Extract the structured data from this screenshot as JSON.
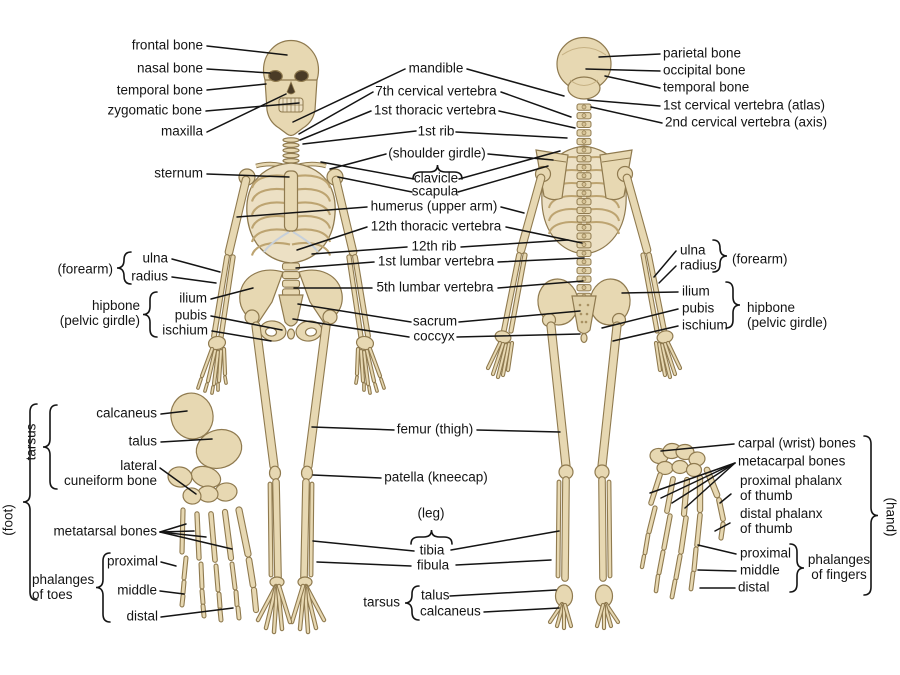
{
  "palette": {
    "bone": "#e7d8b2",
    "bone_light": "#ece0c4",
    "bone_shade": "#bda471",
    "outline": "#8f7a4f",
    "socket": "#4a3b26",
    "cartilage": "#c7d0da",
    "line": "#141414",
    "text": "#141414",
    "background": "#ffffff"
  },
  "labels": {
    "frontal_bone": {
      "text": "frontal bone"
    },
    "nasal_bone": {
      "text": "nasal bone"
    },
    "temporal_bone_left": {
      "text": "temporal bone"
    },
    "zygomatic_bone": {
      "text": "zygomatic bone"
    },
    "maxilla": {
      "text": "maxilla"
    },
    "sternum": {
      "text": "sternum"
    },
    "mandible": {
      "text": "mandible"
    },
    "cervical_7": {
      "text": "7th cervical vertebra"
    },
    "thoracic_1": {
      "text": "1st thoracic vertebra"
    },
    "rib_1": {
      "text": "1st rib"
    },
    "shoulder_girdle": {
      "text": "(shoulder girdle)"
    },
    "clavicle": {
      "text": "clavicle"
    },
    "scapula": {
      "text": "scapula"
    },
    "humerus": {
      "text": "humerus (upper arm)"
    },
    "thoracic_12": {
      "text": "12th thoracic vertebra"
    },
    "rib_12": {
      "text": "12th rib"
    },
    "lumbar_1": {
      "text": "1st lumbar vertebra"
    },
    "lumbar_5": {
      "text": "5th lumbar vertebra"
    },
    "sacrum": {
      "text": "sacrum"
    },
    "coccyx": {
      "text": "coccyx"
    },
    "parietal_bone": {
      "text": "parietal bone"
    },
    "occipital_bone": {
      "text": "occipital bone"
    },
    "temporal_bone_right": {
      "text": "temporal bone"
    },
    "cervical_1": {
      "text": "1st cervical vertebra (atlas)"
    },
    "cervical_2": {
      "text": "2nd cervical vertebra (axis)"
    },
    "forearm_left": {
      "text": "(forearm)"
    },
    "ulna_left": {
      "text": "ulna"
    },
    "radius_left": {
      "text": "radius"
    },
    "hipbone_left": {
      "text": "hipbone\n(pelvic girdle)"
    },
    "ilium_left": {
      "text": "ilium"
    },
    "pubis_left": {
      "text": "pubis"
    },
    "ischium_left": {
      "text": "ischium"
    },
    "ulna_right": {
      "text": "ulna"
    },
    "radius_right": {
      "text": "radius"
    },
    "forearm_right": {
      "text": "(forearm)"
    },
    "ilium_right": {
      "text": "ilium"
    },
    "pubis_right": {
      "text": "pubis"
    },
    "ischium_right": {
      "text": "ischium"
    },
    "hipbone_right": {
      "text": "hipbone\n(pelvic girdle)"
    },
    "tarsus_foot": {
      "text": "tarsus"
    },
    "calcaneus_foot": {
      "text": "calcaneus"
    },
    "talus_foot": {
      "text": "talus"
    },
    "lateral_cuneiform": {
      "text": "lateral\ncuneiform bone"
    },
    "foot_label": {
      "text": "(foot)"
    },
    "metatarsal_bones": {
      "text": "metatarsal bones"
    },
    "phalanges_of_toes": {
      "text": "phalanges\nof toes"
    },
    "toe_proximal": {
      "text": "proximal"
    },
    "toe_middle": {
      "text": "middle"
    },
    "toe_distal": {
      "text": "distal"
    },
    "femur": {
      "text": "femur (thigh)"
    },
    "patella": {
      "text": "patella (kneecap)"
    },
    "leg_label": {
      "text": "(leg)"
    },
    "tibia": {
      "text": "tibia"
    },
    "fibula": {
      "text": "fibula"
    },
    "tarsus_center": {
      "text": "tarsus"
    },
    "talus_center": {
      "text": "talus"
    },
    "calcaneus_center": {
      "text": "calcaneus"
    },
    "carpal_bones": {
      "text": "carpal (wrist) bones"
    },
    "metacarpal_bones": {
      "text": "metacarpal bones"
    },
    "proximal_phalanx_thumb": {
      "text": "proximal phalanx\nof thumb"
    },
    "distal_phalanx_thumb": {
      "text": "distal phalanx\nof thumb"
    },
    "finger_proximal": {
      "text": "proximal"
    },
    "finger_middle": {
      "text": "middle"
    },
    "finger_distal": {
      "text": "distal"
    },
    "phalanges_of_fingers": {
      "text": "phalanges\nof fingers"
    },
    "hand_label": {
      "text": "(hand)"
    }
  }
}
